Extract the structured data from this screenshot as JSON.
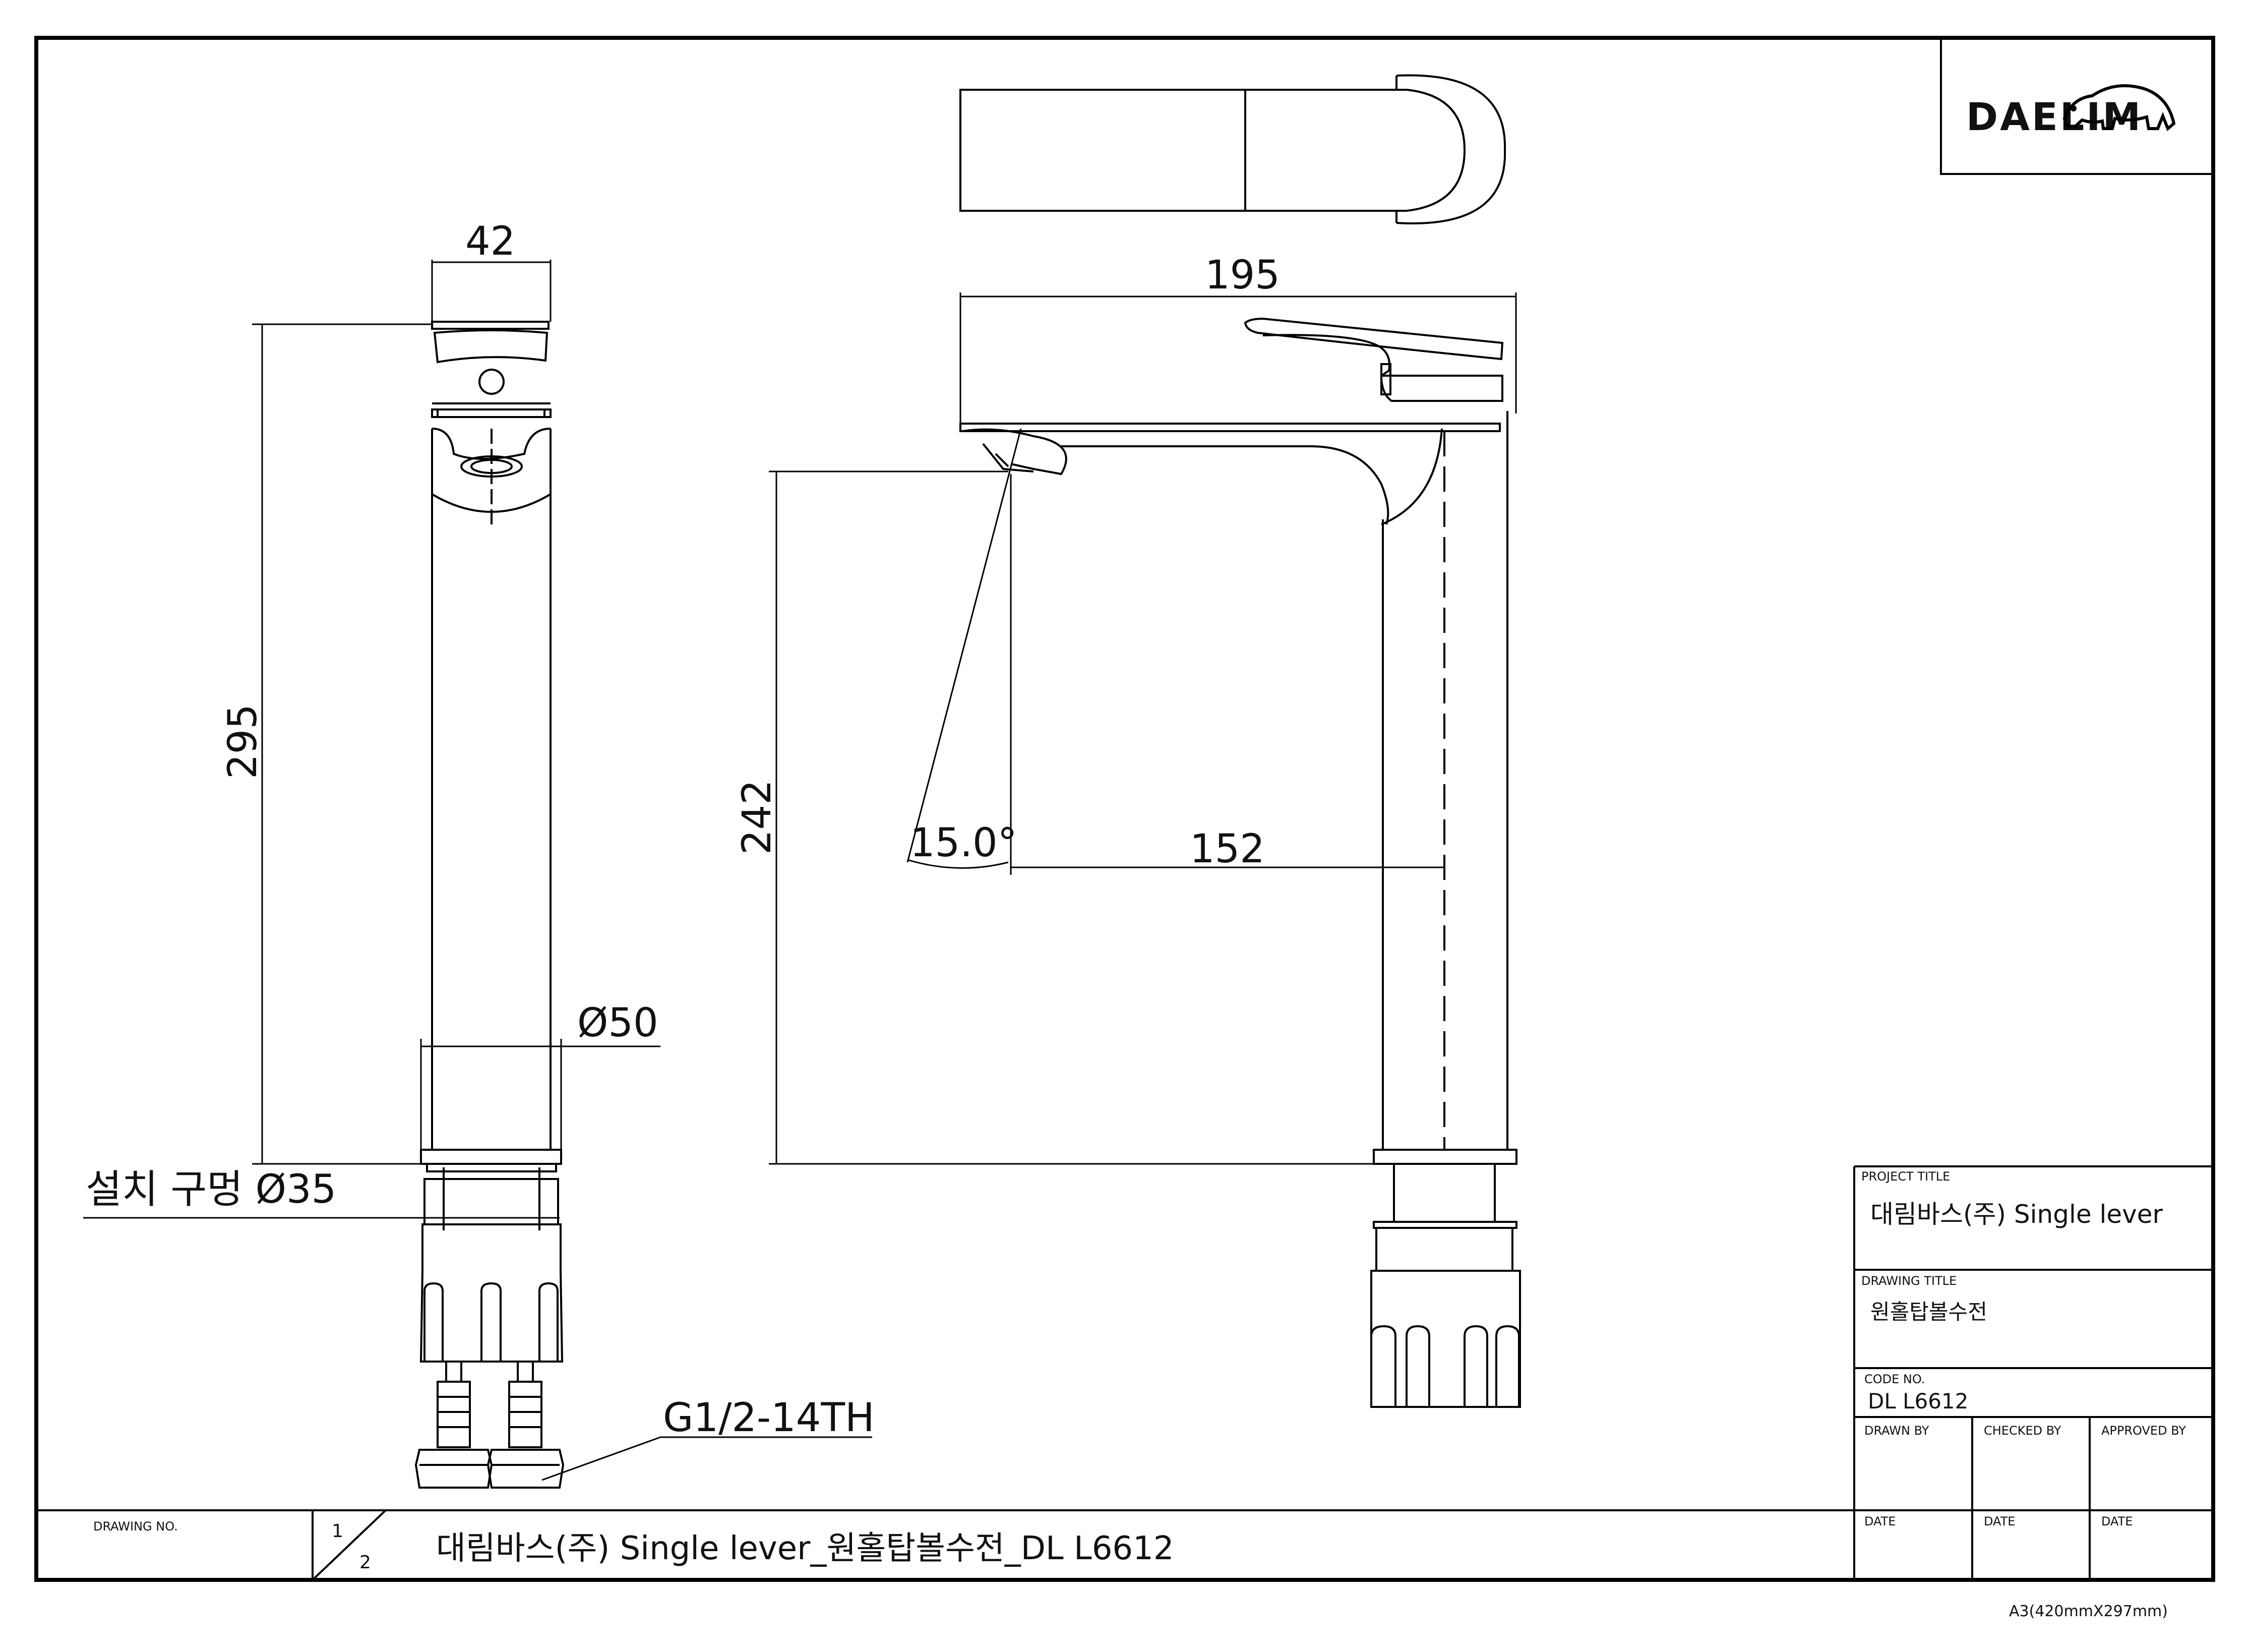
{
  "brand": {
    "name": "DAELIM"
  },
  "dimensions": {
    "width": "42",
    "height": "295",
    "pipe_diameter": "Ø50",
    "install_hole": "설치 구멍 Ø35",
    "thread": "G1/2-14TH",
    "reach": "195",
    "spout_height": "242",
    "angle": "15.0°",
    "spout_offset": "152"
  },
  "title_block": {
    "project_title_label": "PROJECT TITLE",
    "project_title": "대림바스(주) Single lever",
    "drawing_title_label": "DRAWING TITLE",
    "drawing_title": "원홀탑볼수전",
    "code_label": "CODE NO.",
    "code": "DL L6612",
    "drawn_by_label": "DRAWN BY",
    "checked_by_label": "CHECKED BY",
    "approved_by_label": "APPROVED BY",
    "date_label": "DATE",
    "drawing_no_label": "DRAWING NO.",
    "sheet_num": "1",
    "sheet_total": "2",
    "full_title": "대림바스(주) Single lever_원홀탑볼수전_DL L6612"
  },
  "paper_size": "A3(420mmX297mm)"
}
